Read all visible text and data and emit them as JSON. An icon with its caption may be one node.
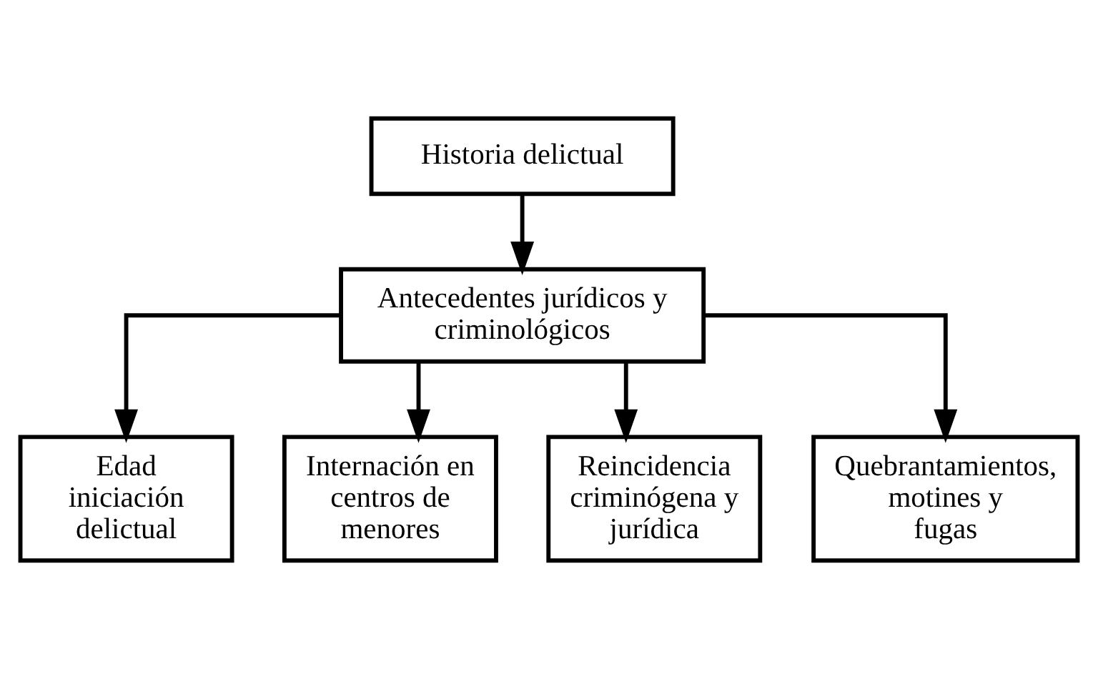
{
  "diagram": {
    "nodes": [
      {
        "text": [
          "Historia delictual"
        ]
      },
      {
        "text": [
          "Antecedentes jurídicos y criminológicos"
        ]
      },
      {
        "text": [
          "Edad iniciación delictual"
        ]
      },
      {
        "text": [
          "Internación en centros de menores"
        ]
      },
      {
        "text": [
          "Reincidencia criminógena y jurídica"
        ]
      },
      {
        "text": [
          "Quebrantamientos, motines y fugas"
        ]
      }
    ],
    "edges": [
      {
        "from": 0,
        "to": 1,
        "arrow": "to"
      },
      {
        "from": 1,
        "to": 2,
        "arrow": "to"
      },
      {
        "from": 1,
        "to": 3,
        "arrow": "to"
      },
      {
        "from": 1,
        "to": 4,
        "arrow": "to"
      },
      {
        "from": 1,
        "to": 5,
        "arrow": "to"
      }
    ]
  }
}
